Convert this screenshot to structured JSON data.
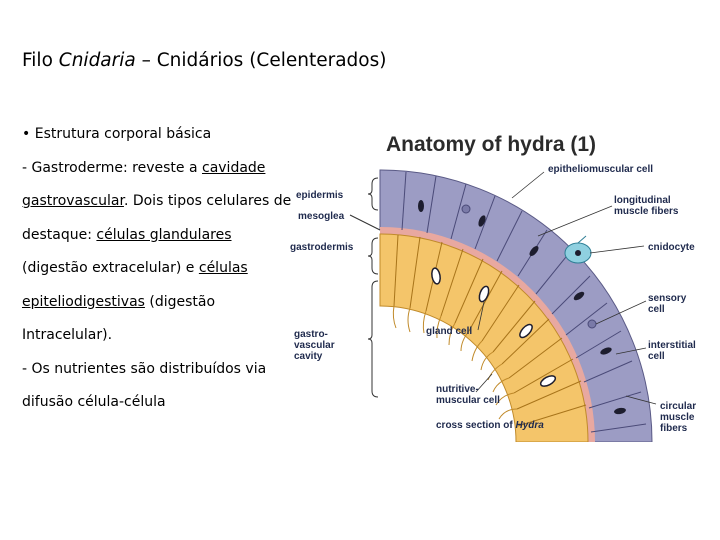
{
  "slide": {
    "title": {
      "prefix": "Filo ",
      "italic": "Cnidaria",
      "suffix": " – Cnidários (Celenterados)"
    },
    "bullet": {
      "marker": "•",
      "text": "Estrutura corporal básica"
    },
    "paragraph1": {
      "t1": "- Gastroderme: reveste a ",
      "u1": "cavidade",
      "u2": "gastrovascular",
      "t2": ". Dois tipos celulares de destaque: ",
      "u3": "células  glandulares",
      "t3": " (digestão extracelular) e ",
      "u4": "células",
      "u5": "epiteliodigestivas",
      "t4": " (digestão Intracelular)."
    },
    "paragraph2": "- Os nutrientes são distribuídos via difusão célula-célula"
  },
  "figure": {
    "title": "Anatomy of hydra (1)",
    "caption_prefix": "cross section of ",
    "caption_italic": "Hydra",
    "left_labels": {
      "epidermis": "epidermis",
      "mesoglea": "mesoglea",
      "gastrodermis": "gastrodermis",
      "cavity_1": "gastro-",
      "cavity_2": "vascular",
      "cavity_3": "cavity"
    },
    "right_labels": {
      "epitheliomuscular": "epitheliomuscular cell",
      "longitudinal_1": "longitudinal",
      "longitudinal_2": "muscle fibers",
      "cnidocyte": "cnidocyte",
      "sensory_1": "sensory",
      "sensory_2": "cell",
      "interstitial_1": "interstitial",
      "interstitial_2": "cell",
      "circular_1": "circular",
      "circular_2": "muscle",
      "circular_3": "fibers"
    },
    "inner_labels": {
      "gland": "gland cell",
      "nutritive_1": "nutritive-",
      "nutritive_2": "muscular cell"
    },
    "colors": {
      "epidermis": "#9c9cc4",
      "mesoglea": "#e8a8a0",
      "gastrodermis": "#f4c56a",
      "cnidocyte": "#8fd0e0",
      "label_text": "#1f2a4d"
    }
  }
}
